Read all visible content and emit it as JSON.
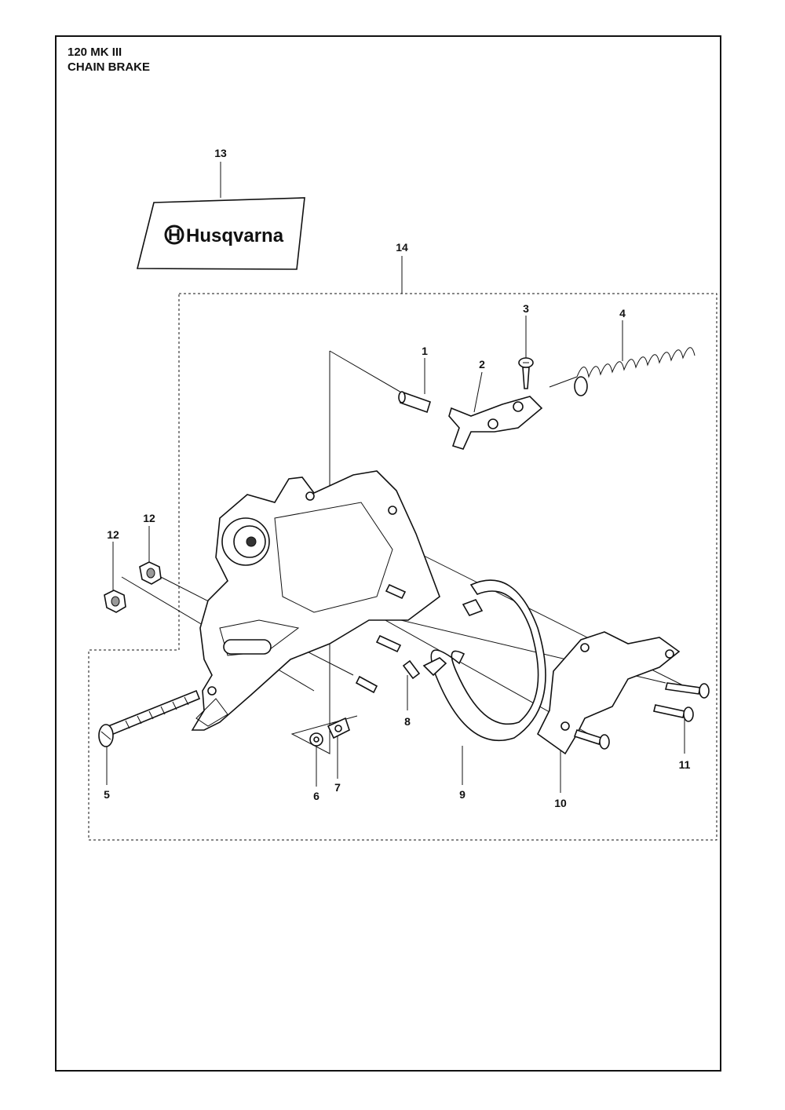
{
  "header": {
    "model": "120 MK III",
    "section": "CHAIN BRAKE"
  },
  "decal": {
    "brand": "Husqvarna"
  },
  "callouts": [
    {
      "id": "c1",
      "label": "1"
    },
    {
      "id": "c2",
      "label": "2"
    },
    {
      "id": "c3",
      "label": "3"
    },
    {
      "id": "c4",
      "label": "4"
    },
    {
      "id": "c5",
      "label": "5"
    },
    {
      "id": "c6",
      "label": "6"
    },
    {
      "id": "c7",
      "label": "7"
    },
    {
      "id": "c8",
      "label": "8"
    },
    {
      "id": "c9",
      "label": "9"
    },
    {
      "id": "c10",
      "label": "10"
    },
    {
      "id": "c11",
      "label": "11"
    },
    {
      "id": "c12a",
      "label": "12"
    },
    {
      "id": "c12b",
      "label": "12"
    },
    {
      "id": "c13",
      "label": "13"
    },
    {
      "id": "c14",
      "label": "14"
    }
  ]
}
